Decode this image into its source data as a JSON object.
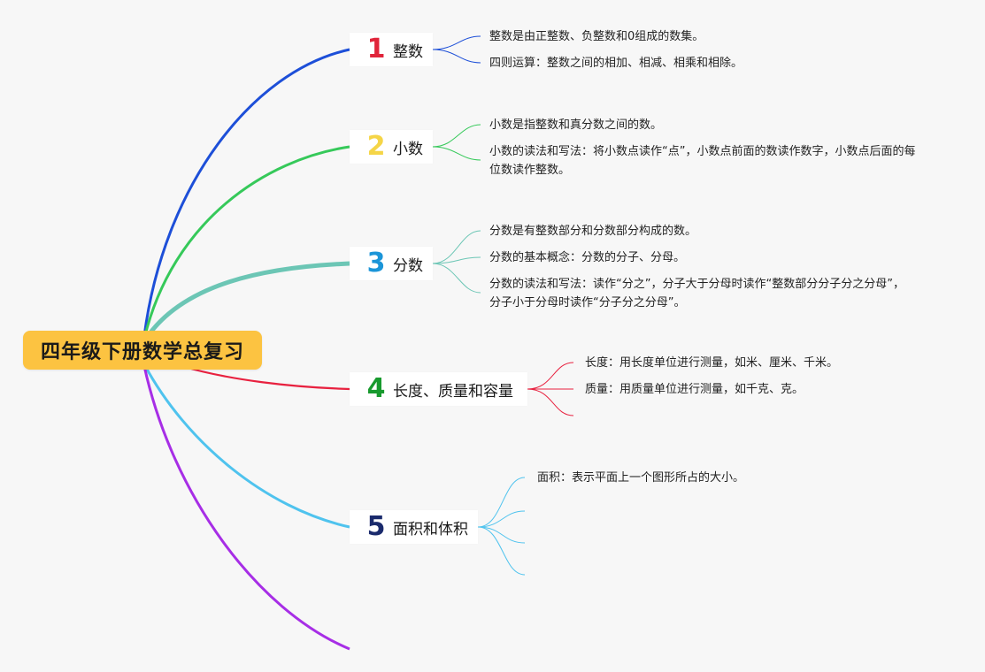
{
  "root": {
    "label": "四年级下册数学总复习",
    "color": "#fcc341"
  },
  "branches": [
    {
      "num": "1",
      "label": "整数",
      "color": "#1d4fd8",
      "num_color": "#e0243a",
      "leaves": [
        "整数是由正整数、负整数和0组成的数集。",
        "四则运算：整数之间的相加、相减、相乘和相除。"
      ]
    },
    {
      "num": "2",
      "label": "小数",
      "color": "#36c95a",
      "num_color": "#f5d547",
      "leaves": [
        "小数是指整数和真分数之间的数。",
        "小数的读法和写法：将小数点读作“点”，小数点前面的数读作数字，小数点后面的每位数读作整数。"
      ]
    },
    {
      "num": "3",
      "label": "分数",
      "color": "#6cc6b5",
      "num_color": "#1b95d8",
      "leaves": [
        "分数是有整数部分和分数部分构成的数。",
        "分数的基本概念：分数的分子、分母。",
        "分数的读法和写法：读作“分之”，分子大于分母时读作“整数部分分子分之分母”，分子小于分母时读作“分子分之分母”。"
      ]
    },
    {
      "num": "4",
      "label": "长度、质量和容量",
      "color": "#e8213f",
      "num_color": "#189a2e",
      "leaves": [
        "长度：用长度单位进行测量，如米、厘米、千米。",
        "质量：用质量单位进行测量，如千克、克。"
      ]
    },
    {
      "num": "5",
      "label": "面积和体积",
      "color": "#4fc3ee",
      "num_color": "#1a2a6c",
      "leaves": [
        "面积：表示平面上一个图形所占的大小。"
      ]
    }
  ],
  "extra_branch_color": "#a72ee6"
}
